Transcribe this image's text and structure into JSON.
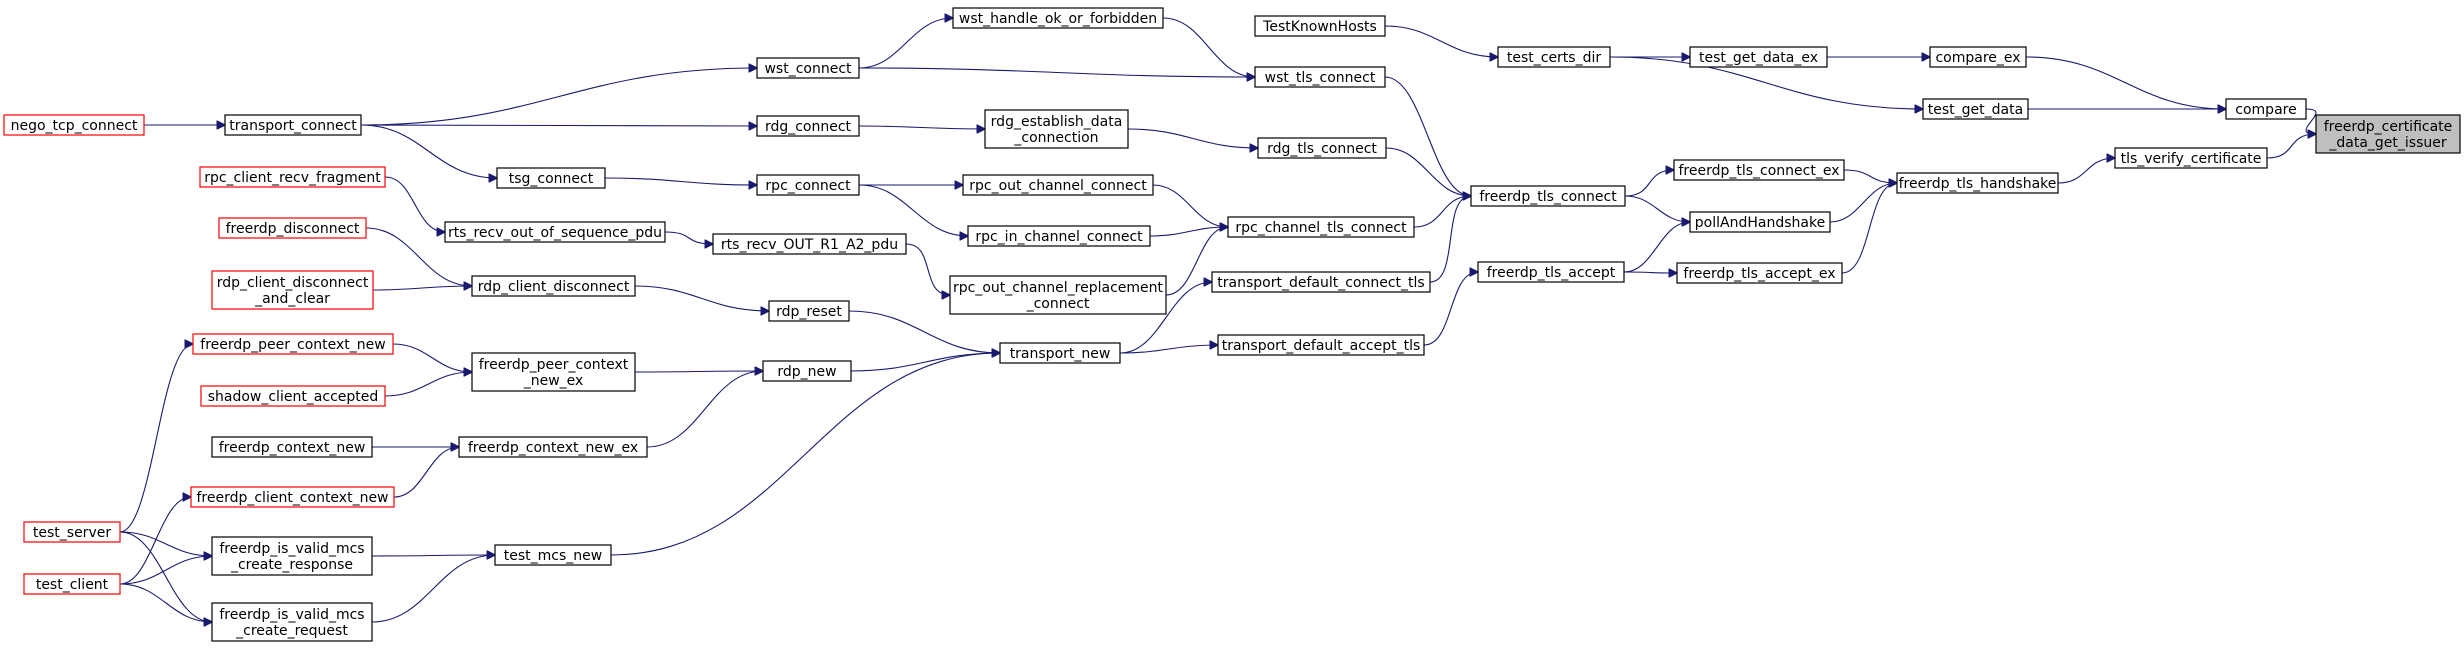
{
  "graph": {
    "direction": "right-to-left caller graph",
    "colors": {
      "edge": "#191970",
      "normal_border": "#000000",
      "truncated_border": "#ff0000",
      "root_fill": "#bfbfbf"
    },
    "nodes": [
      {
        "id": "root",
        "lines": [
          "freerdp_certificate",
          "_data_get_issuer"
        ],
        "style": "root"
      },
      {
        "id": "compare",
        "lines": [
          "compare"
        ]
      },
      {
        "id": "tls_verify_certificate",
        "lines": [
          "tls_verify_certificate"
        ]
      },
      {
        "id": "compare_ex",
        "lines": [
          "compare_ex"
        ]
      },
      {
        "id": "test_get_data",
        "lines": [
          "test_get_data"
        ]
      },
      {
        "id": "freerdp_tls_handshake",
        "lines": [
          "freerdp_tls_handshake"
        ]
      },
      {
        "id": "test_get_data_ex",
        "lines": [
          "test_get_data_ex"
        ]
      },
      {
        "id": "test_certs_dir",
        "lines": [
          "test_certs_dir"
        ]
      },
      {
        "id": "freerdp_tls_connect_ex",
        "lines": [
          "freerdp_tls_connect_ex"
        ]
      },
      {
        "id": "pollAndHandshake",
        "lines": [
          "pollAndHandshake"
        ]
      },
      {
        "id": "freerdp_tls_accept_ex",
        "lines": [
          "freerdp_tls_accept_ex"
        ]
      },
      {
        "id": "TestKnownHosts",
        "lines": [
          "TestKnownHosts"
        ]
      },
      {
        "id": "freerdp_tls_connect",
        "lines": [
          "freerdp_tls_connect"
        ]
      },
      {
        "id": "freerdp_tls_accept",
        "lines": [
          "freerdp_tls_accept"
        ]
      },
      {
        "id": "wst_handle_ok_or_forbidden",
        "lines": [
          "wst_handle_ok_or_forbidden"
        ]
      },
      {
        "id": "wst_tls_connect",
        "lines": [
          "wst_tls_connect"
        ]
      },
      {
        "id": "rdg_tls_connect",
        "lines": [
          "rdg_tls_connect"
        ]
      },
      {
        "id": "rpc_channel_tls_connect",
        "lines": [
          "rpc_channel_tls_connect"
        ]
      },
      {
        "id": "transport_default_connect_tls",
        "lines": [
          "transport_default_connect_tls"
        ]
      },
      {
        "id": "transport_default_accept_tls",
        "lines": [
          "transport_default_accept_tls"
        ]
      },
      {
        "id": "rdg_establish_data_connection",
        "lines": [
          "rdg_establish_data",
          "_connection"
        ]
      },
      {
        "id": "rpc_out_channel_connect",
        "lines": [
          "rpc_out_channel_connect"
        ]
      },
      {
        "id": "rpc_in_channel_connect",
        "lines": [
          "rpc_in_channel_connect"
        ]
      },
      {
        "id": "rpc_out_channel_replacement_connect",
        "lines": [
          "rpc_out_channel_replacement",
          "_connect"
        ]
      },
      {
        "id": "transport_new",
        "lines": [
          "transport_new"
        ]
      },
      {
        "id": "wst_connect",
        "lines": [
          "wst_connect"
        ]
      },
      {
        "id": "rdg_connect",
        "lines": [
          "rdg_connect"
        ]
      },
      {
        "id": "rpc_connect",
        "lines": [
          "rpc_connect"
        ]
      },
      {
        "id": "rts_recv_OUT_R1_A2_pdu",
        "lines": [
          "rts_recv_OUT_R1_A2_pdu"
        ]
      },
      {
        "id": "rdp_reset",
        "lines": [
          "rdp_reset"
        ]
      },
      {
        "id": "rdp_new",
        "lines": [
          "rdp_new"
        ]
      },
      {
        "id": "test_mcs_new",
        "lines": [
          "test_mcs_new"
        ]
      },
      {
        "id": "tsg_connect",
        "lines": [
          "tsg_connect"
        ]
      },
      {
        "id": "rts_recv_out_of_sequence_pdu",
        "lines": [
          "rts_recv_out_of_sequence_pdu"
        ]
      },
      {
        "id": "rdp_client_disconnect",
        "lines": [
          "rdp_client_disconnect"
        ]
      },
      {
        "id": "freerdp_peer_context_new_ex",
        "lines": [
          "freerdp_peer_context",
          "_new_ex"
        ]
      },
      {
        "id": "freerdp_context_new_ex",
        "lines": [
          "freerdp_context_new_ex"
        ]
      },
      {
        "id": "freerdp_is_valid_mcs_create_response",
        "lines": [
          "freerdp_is_valid_mcs",
          "_create_response"
        ]
      },
      {
        "id": "freerdp_is_valid_mcs_create_request",
        "lines": [
          "freerdp_is_valid_mcs",
          "_create_request"
        ]
      },
      {
        "id": "transport_connect",
        "lines": [
          "transport_connect"
        ]
      },
      {
        "id": "nego_tcp_connect",
        "lines": [
          "nego_tcp_connect"
        ],
        "style": "red"
      },
      {
        "id": "rpc_client_recv_fragment",
        "lines": [
          "rpc_client_recv_fragment"
        ],
        "style": "red"
      },
      {
        "id": "freerdp_disconnect",
        "lines": [
          "freerdp_disconnect"
        ],
        "style": "red"
      },
      {
        "id": "rdp_client_disconnect_and_clear",
        "lines": [
          "rdp_client_disconnect",
          "_and_clear"
        ],
        "style": "red"
      },
      {
        "id": "freerdp_peer_context_new",
        "lines": [
          "freerdp_peer_context_new"
        ],
        "style": "red"
      },
      {
        "id": "shadow_client_accepted",
        "lines": [
          "shadow_client_accepted"
        ],
        "style": "red"
      },
      {
        "id": "freerdp_context_new",
        "lines": [
          "freerdp_context_new"
        ]
      },
      {
        "id": "freerdp_client_context_new",
        "lines": [
          "freerdp_client_context_new"
        ],
        "style": "red"
      },
      {
        "id": "test_server",
        "lines": [
          "test_server"
        ],
        "style": "red"
      },
      {
        "id": "test_client",
        "lines": [
          "test_client"
        ],
        "style": "red"
      }
    ],
    "edges": [
      [
        "compare",
        "root"
      ],
      [
        "tls_verify_certificate",
        "root"
      ],
      [
        "compare_ex",
        "compare"
      ],
      [
        "test_get_data",
        "compare"
      ],
      [
        "freerdp_tls_handshake",
        "tls_verify_certificate"
      ],
      [
        "test_get_data_ex",
        "compare_ex"
      ],
      [
        "test_certs_dir",
        "test_get_data_ex"
      ],
      [
        "test_certs_dir",
        "test_get_data"
      ],
      [
        "TestKnownHosts",
        "test_certs_dir"
      ],
      [
        "freerdp_tls_connect_ex",
        "freerdp_tls_handshake"
      ],
      [
        "pollAndHandshake",
        "freerdp_tls_handshake"
      ],
      [
        "freerdp_tls_accept_ex",
        "freerdp_tls_handshake"
      ],
      [
        "freerdp_tls_connect",
        "freerdp_tls_connect_ex"
      ],
      [
        "freerdp_tls_connect",
        "pollAndHandshake"
      ],
      [
        "freerdp_tls_accept",
        "pollAndHandshake"
      ],
      [
        "freerdp_tls_accept",
        "freerdp_tls_accept_ex"
      ],
      [
        "wst_tls_connect",
        "freerdp_tls_connect"
      ],
      [
        "rdg_tls_connect",
        "freerdp_tls_connect"
      ],
      [
        "rpc_channel_tls_connect",
        "freerdp_tls_connect"
      ],
      [
        "transport_default_connect_tls",
        "freerdp_tls_connect"
      ],
      [
        "transport_default_accept_tls",
        "freerdp_tls_accept"
      ],
      [
        "wst_handle_ok_or_forbidden",
        "wst_tls_connect"
      ],
      [
        "wst_connect",
        "wst_tls_connect"
      ],
      [
        "wst_connect",
        "wst_handle_ok_or_forbidden"
      ],
      [
        "rdg_establish_data_connection",
        "rdg_tls_connect"
      ],
      [
        "rpc_out_channel_connect",
        "rpc_channel_tls_connect"
      ],
      [
        "rpc_in_channel_connect",
        "rpc_channel_tls_connect"
      ],
      [
        "rpc_out_channel_replacement_connect",
        "rpc_channel_tls_connect"
      ],
      [
        "transport_new",
        "transport_default_connect_tls"
      ],
      [
        "transport_new",
        "transport_default_accept_tls"
      ],
      [
        "rdg_connect",
        "rdg_establish_data_connection"
      ],
      [
        "rpc_connect",
        "rpc_out_channel_connect"
      ],
      [
        "rpc_connect",
        "rpc_in_channel_connect"
      ],
      [
        "rts_recv_OUT_R1_A2_pdu",
        "rpc_out_channel_replacement_connect"
      ],
      [
        "transport_connect",
        "wst_connect"
      ],
      [
        "transport_connect",
        "rdg_connect"
      ],
      [
        "transport_connect",
        "tsg_connect"
      ],
      [
        "tsg_connect",
        "rpc_connect"
      ],
      [
        "rts_recv_out_of_sequence_pdu",
        "rts_recv_OUT_R1_A2_pdu"
      ],
      [
        "rpc_client_recv_fragment",
        "rts_recv_out_of_sequence_pdu"
      ],
      [
        "nego_tcp_connect",
        "transport_connect"
      ],
      [
        "rdp_reset",
        "transport_new"
      ],
      [
        "rdp_new",
        "transport_new"
      ],
      [
        "test_mcs_new",
        "transport_new"
      ],
      [
        "rdp_client_disconnect",
        "rdp_reset"
      ],
      [
        "freerdp_disconnect",
        "rdp_client_disconnect"
      ],
      [
        "rdp_client_disconnect_and_clear",
        "rdp_client_disconnect"
      ],
      [
        "freerdp_peer_context_new_ex",
        "rdp_new"
      ],
      [
        "freerdp_context_new_ex",
        "rdp_new"
      ],
      [
        "freerdp_peer_context_new",
        "freerdp_peer_context_new_ex"
      ],
      [
        "shadow_client_accepted",
        "freerdp_peer_context_new_ex"
      ],
      [
        "freerdp_context_new",
        "freerdp_context_new_ex"
      ],
      [
        "freerdp_client_context_new",
        "freerdp_context_new_ex"
      ],
      [
        "freerdp_is_valid_mcs_create_response",
        "test_mcs_new"
      ],
      [
        "freerdp_is_valid_mcs_create_request",
        "test_mcs_new"
      ],
      [
        "test_server",
        "freerdp_peer_context_new"
      ],
      [
        "test_server",
        "freerdp_is_valid_mcs_create_response"
      ],
      [
        "test_server",
        "freerdp_is_valid_mcs_create_request"
      ],
      [
        "test_client",
        "freerdp_client_context_new"
      ],
      [
        "test_client",
        "freerdp_is_valid_mcs_create_response"
      ],
      [
        "test_client",
        "freerdp_is_valid_mcs_create_request"
      ]
    ]
  }
}
